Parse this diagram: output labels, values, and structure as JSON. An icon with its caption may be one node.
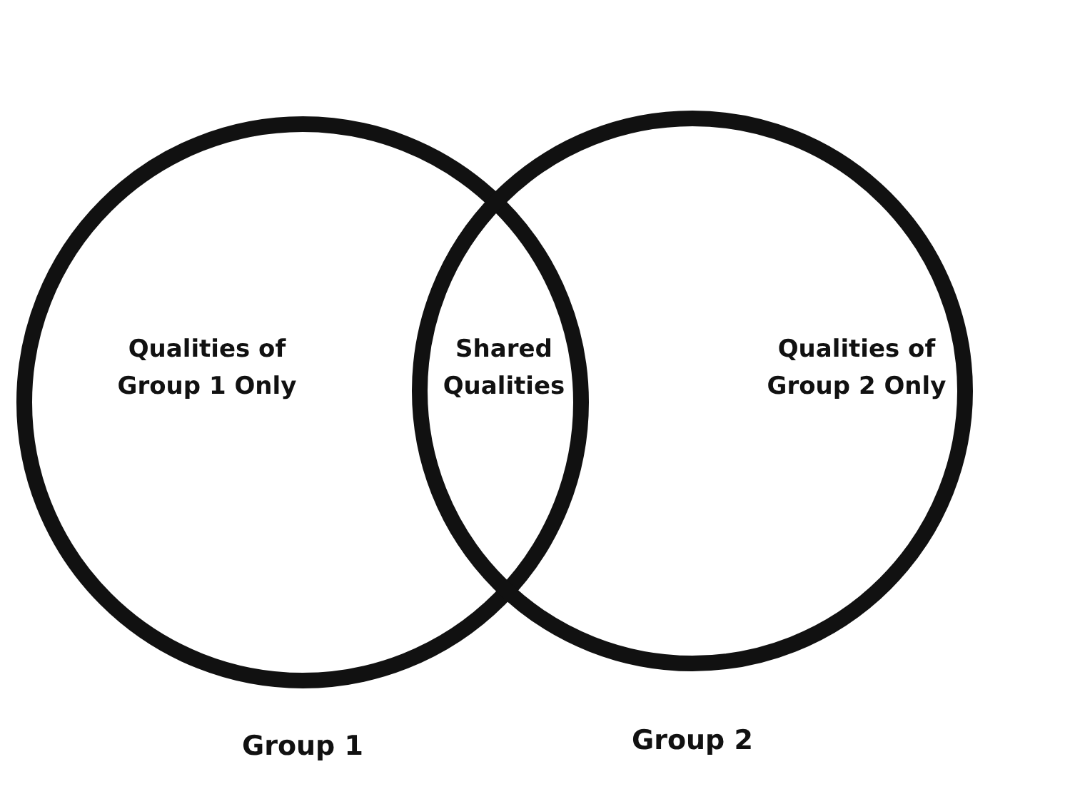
{
  "diagram": {
    "nodes": [
      {
        "text": [
          "Group 1"
        ]
      },
      {
        "text": [
          "Group 2"
        ]
      }
    ],
    "labels": [
      "Qualities of Group 1 Only",
      "Shared Qualities",
      "Qualities of Group 2 Only"
    ]
  }
}
